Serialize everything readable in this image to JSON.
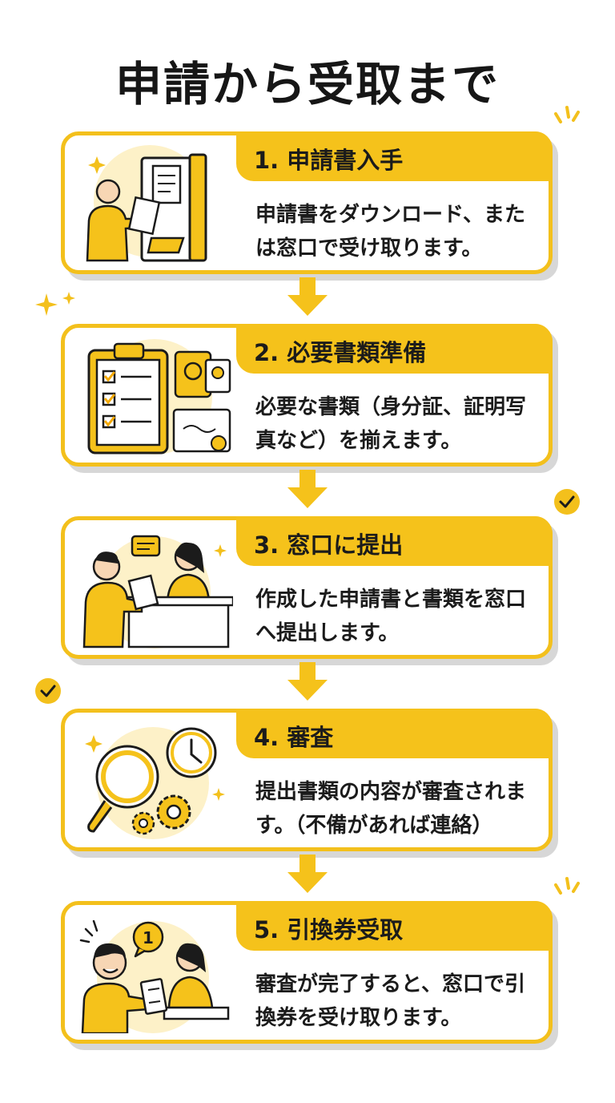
{
  "title": "申請から受取まで",
  "steps": [
    {
      "heading": "1. 申請書入手",
      "text": "申請書をダウンロード、または窓口で受け取ります。"
    },
    {
      "heading": "2. 必要書類準備",
      "text": "必要な書類（身分証、証明写真など）を揃えます。"
    },
    {
      "heading": "3. 窓口に提出",
      "text": "作成した申請書と書類を窓口へ提出します。"
    },
    {
      "heading": "4. 審査",
      "text": "提出書類の内容が審査されます。（不備があれば連絡）"
    },
    {
      "heading": "5. 引換券受取",
      "text": "審査が完了すると、窓口で引換券を受け取ります。"
    }
  ],
  "colors": {
    "accent": "#f5c21b",
    "border": "#f3c01c",
    "shadow": "#d7d7d7",
    "text": "#1b1b1b"
  },
  "icons": [
    "person-with-document-icon",
    "checklist-passport-certificate-icon",
    "counter-submission-icon",
    "magnifier-clock-gears-icon",
    "ticket-exchange-icon"
  ],
  "badge_number": "1"
}
